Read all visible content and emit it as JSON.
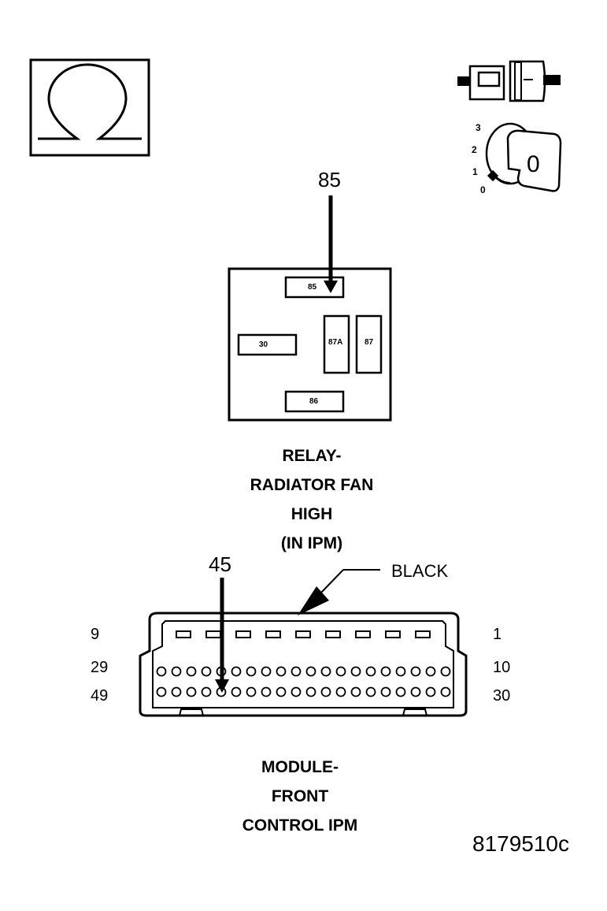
{
  "ohmmeter_icon": {
    "icon": "ohm-symbol-icon"
  },
  "ignition_icon": {
    "icon": "ignition-key-icon",
    "positions": [
      "3",
      "2",
      "1",
      "0"
    ],
    "key_label": "0",
    "connector_icon": "disconnected-connector-icon"
  },
  "relay": {
    "pointer_label": "85",
    "terminals": {
      "t85": "85",
      "t30": "30",
      "t87a": "87A",
      "t87": "87",
      "t86": "86"
    },
    "caption": [
      "RELAY-",
      "RADIATOR FAN",
      "HIGH",
      "(IN IPM)"
    ]
  },
  "connector": {
    "pointer_label": "45",
    "color_label": "BLACK",
    "row_labels": {
      "top_left": "9",
      "top_right": "1",
      "mid_left": "29",
      "mid_right": "10",
      "bottom_left": "49",
      "bottom_right": "30"
    },
    "caption": [
      "MODULE-",
      "FRONT",
      "CONTROL IPM"
    ]
  },
  "figure_id": "8179510c"
}
